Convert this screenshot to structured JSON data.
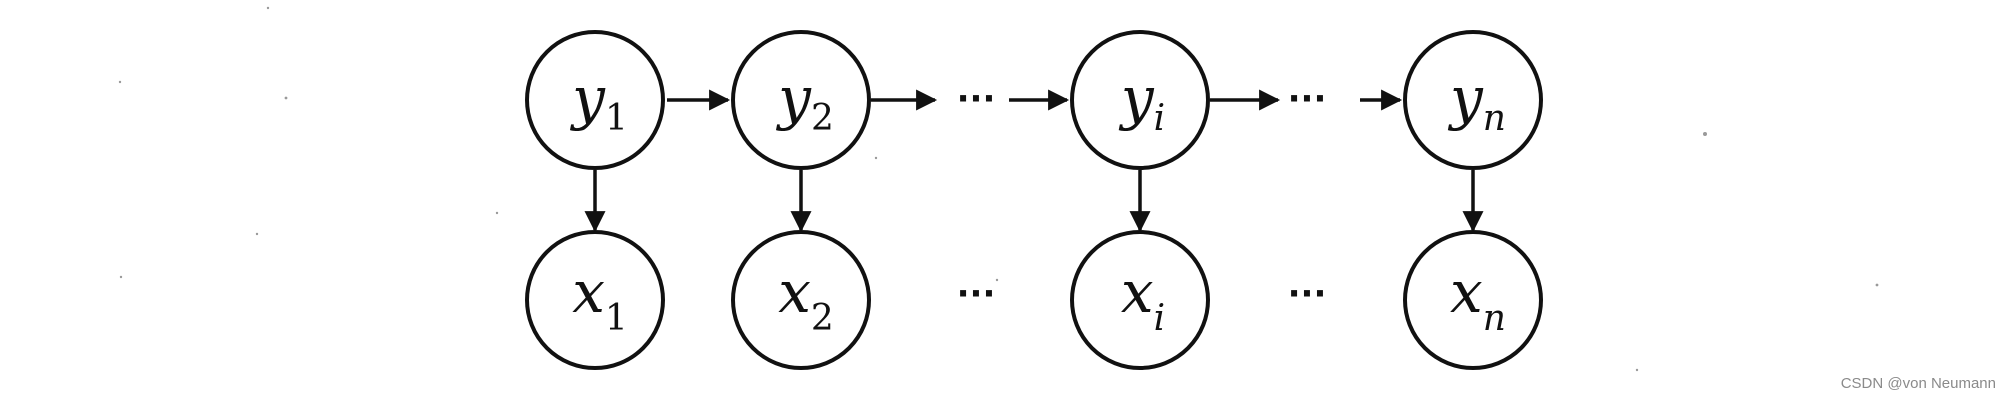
{
  "diagram": {
    "hidden_row": [
      {
        "letter": "y",
        "index": "1",
        "index_style": "roman"
      },
      {
        "letter": "y",
        "index": "2",
        "index_style": "roman"
      },
      {
        "letter": "y",
        "index": "i",
        "index_style": "italic"
      },
      {
        "letter": "y",
        "index": "n",
        "index_style": "italic"
      }
    ],
    "observed_row": [
      {
        "letter": "x",
        "index": "1",
        "index_style": "roman"
      },
      {
        "letter": "x",
        "index": "2",
        "index_style": "roman"
      },
      {
        "letter": "x",
        "index": "i",
        "index_style": "italic"
      },
      {
        "letter": "x",
        "index": "n",
        "index_style": "italic"
      }
    ],
    "ellipsis": "···",
    "edges": [
      {
        "from": "y1",
        "to": "y2",
        "kind": "solid"
      },
      {
        "from": "y2",
        "to": "yi",
        "kind": "ellipsis"
      },
      {
        "from": "yi",
        "to": "yn",
        "kind": "ellipsis"
      },
      {
        "from": "y1",
        "to": "x1",
        "kind": "solid"
      },
      {
        "from": "y2",
        "to": "x2",
        "kind": "solid"
      },
      {
        "from": "yi",
        "to": "xi",
        "kind": "solid"
      },
      {
        "from": "yn",
        "to": "xn",
        "kind": "solid"
      }
    ],
    "line_color": "#111111"
  },
  "watermark": "CSDN @von  Neumann"
}
